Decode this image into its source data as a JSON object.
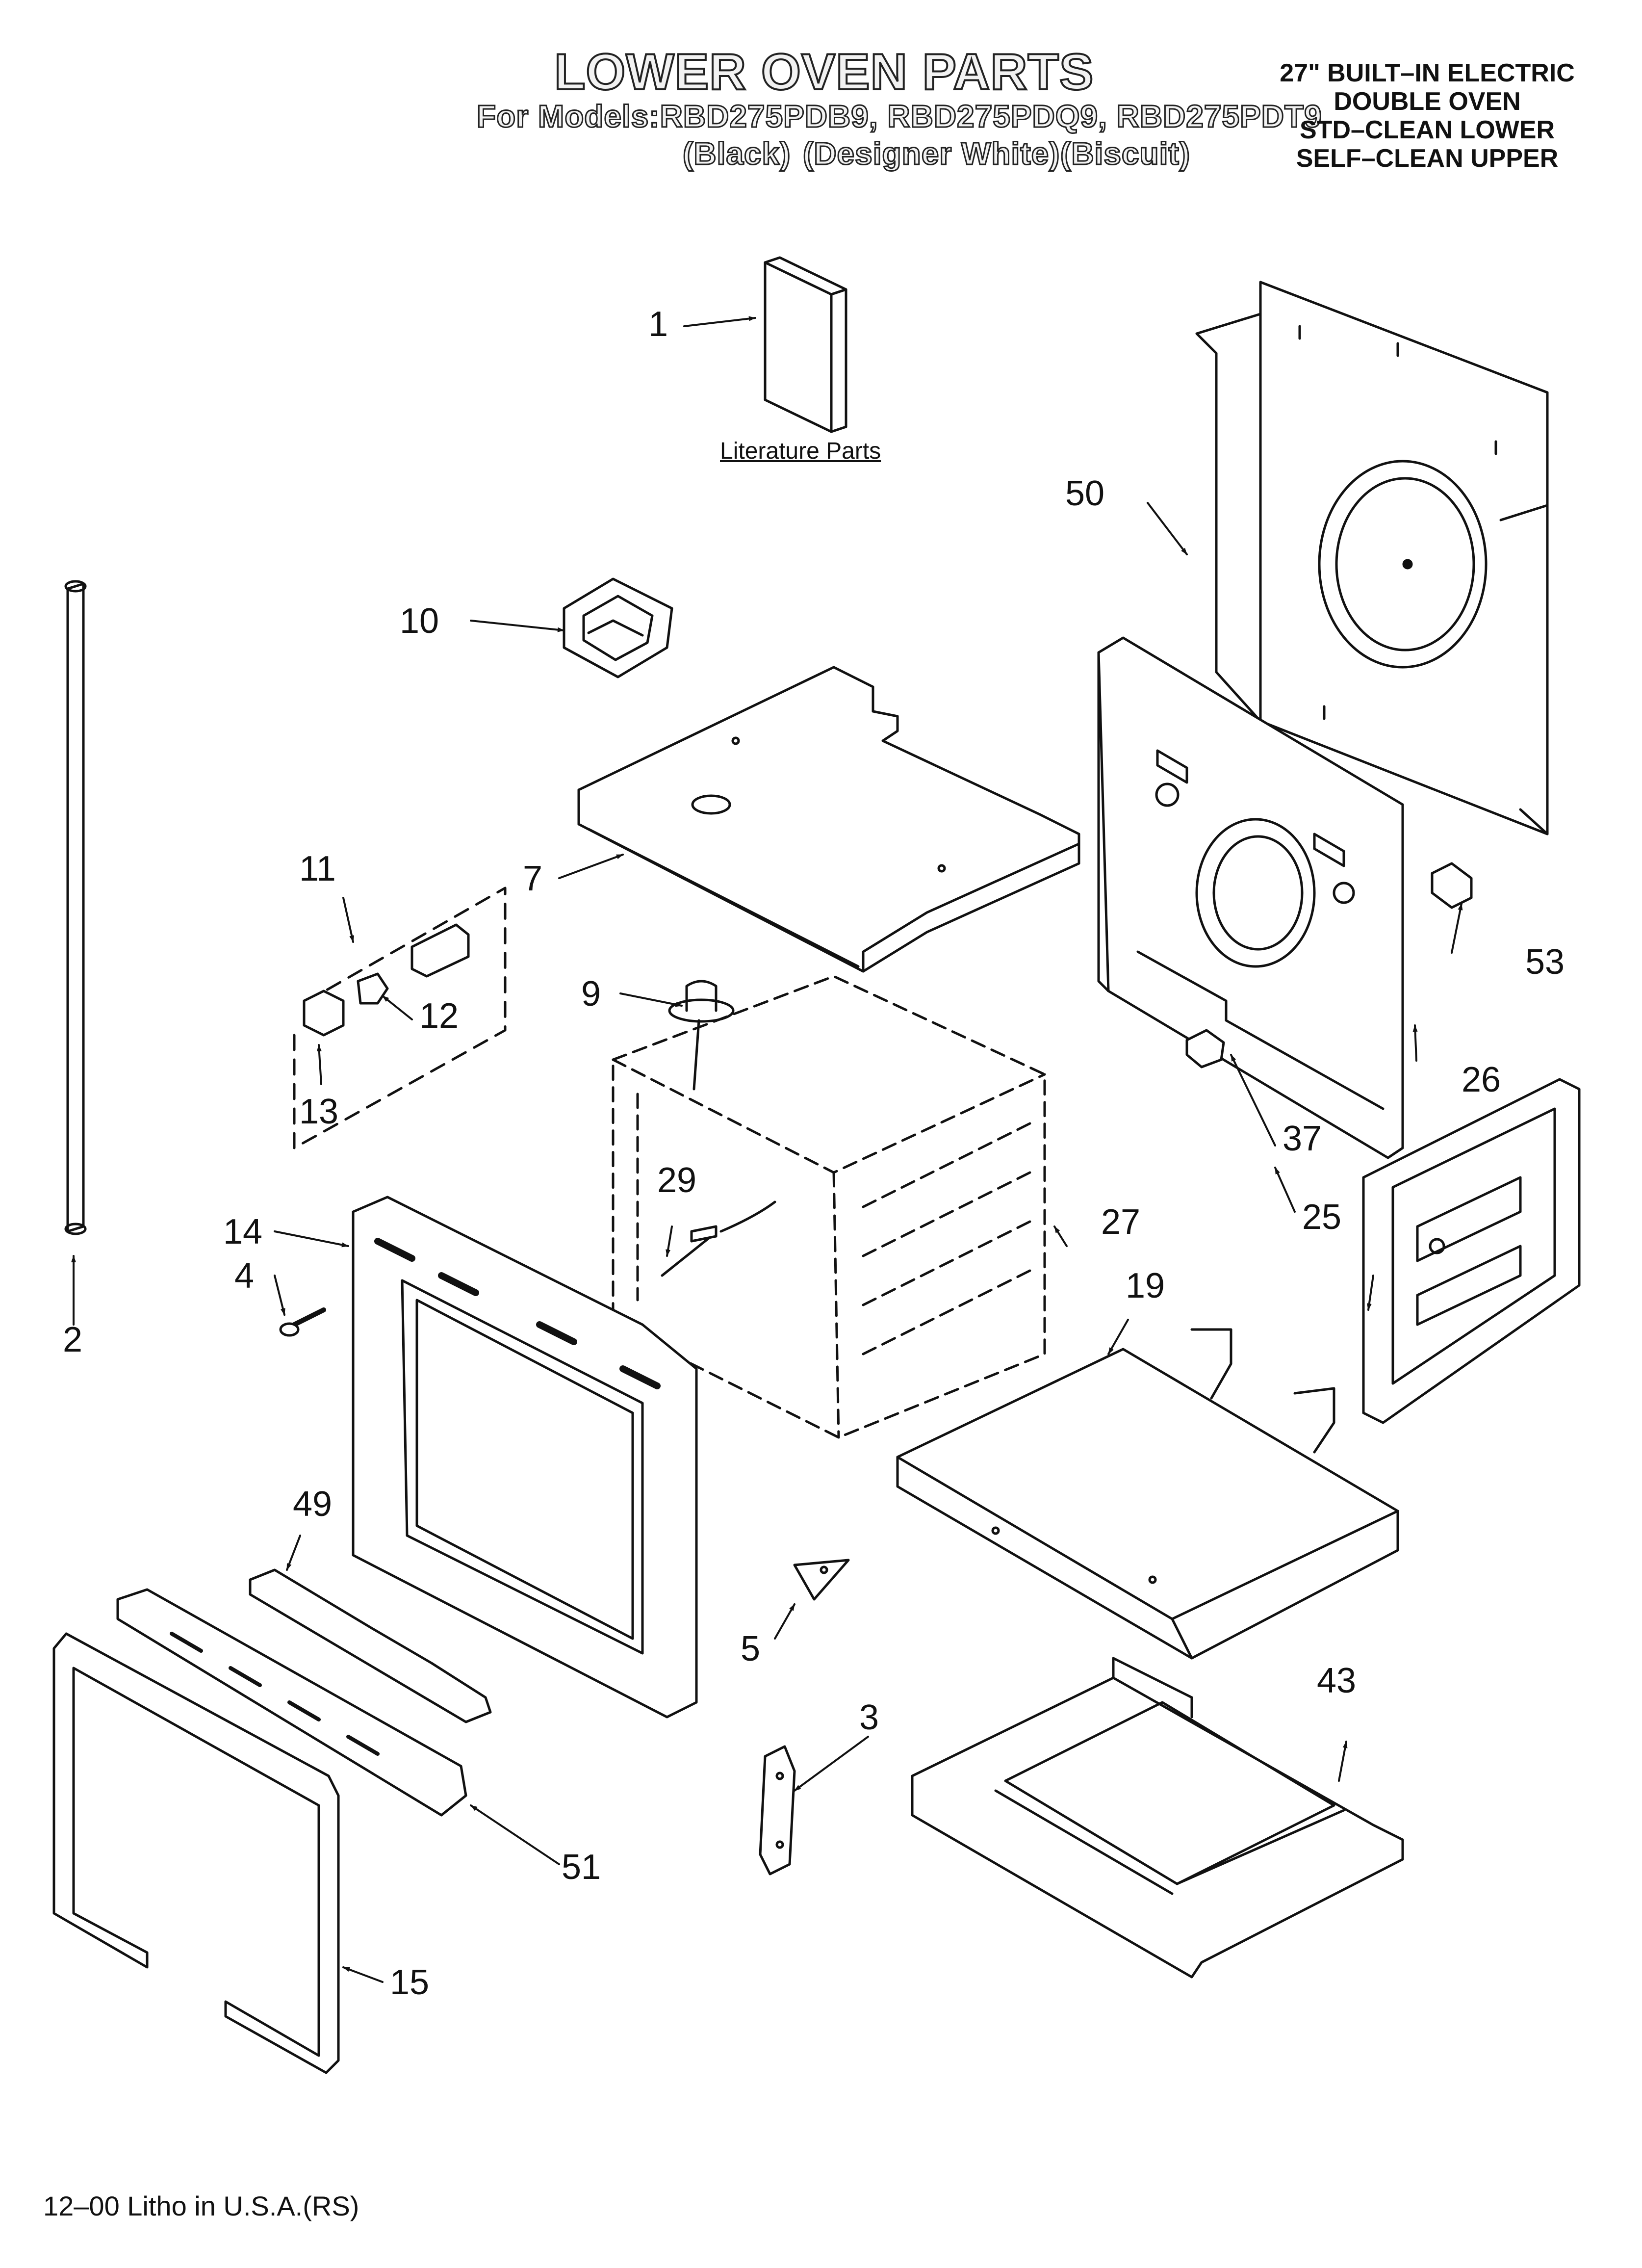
{
  "header": {
    "title": "LOWER OVEN PARTS",
    "models_line": "For Models:RBD275PDB9, RBD275PDQ9, RBD275PDT9",
    "colors": {
      "black": "(Black)",
      "white": "(Designer White)",
      "biscuit": "(Biscuit)"
    }
  },
  "description": {
    "line1": "27\" BUILT–IN ELECTRIC",
    "line2": "DOUBLE OVEN",
    "line3": "STD–CLEAN LOWER",
    "line4": "SELF–CLEAN UPPER"
  },
  "literature_label": "Literature Parts",
  "footer": "12–00 Litho in U.S.A.(RS)",
  "callouts": {
    "c1": "1",
    "c2": "2",
    "c3": "3",
    "c4": "4",
    "c5": "5",
    "c7": "7",
    "c9": "9",
    "c10": "10",
    "c11": "11",
    "c12": "12",
    "c13": "13",
    "c14": "14",
    "c15": "15",
    "c19": "19",
    "c25": "25",
    "c26": "26",
    "c27": "27",
    "c29": "29",
    "c37": "37",
    "c43": "43",
    "c49": "49",
    "c50": "50",
    "c51": "51",
    "c53": "53"
  },
  "colors": {
    "line": "#111111",
    "paper": "#ffffff"
  }
}
